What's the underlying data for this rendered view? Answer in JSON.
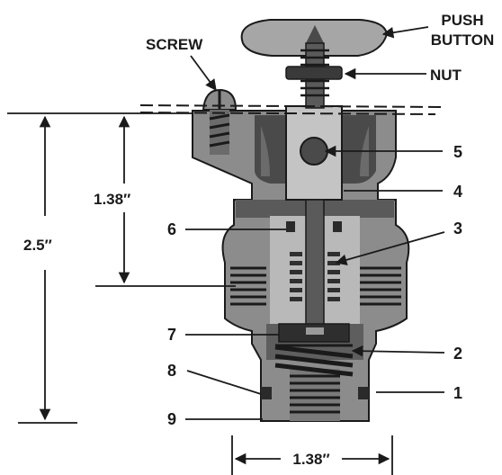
{
  "labels": {
    "push_button": [
      "PUSH",
      "BUTTON"
    ],
    "screw": "SCREW",
    "nut": "NUT",
    "l1": "1",
    "l2": "2",
    "l3": "3",
    "l4": "4",
    "l5": "5",
    "l6": "6",
    "l7": "7",
    "l8": "8",
    "l9": "9"
  },
  "dimensions": {
    "overall_height": "2.5″",
    "upper_height": "1.38″",
    "width": "1.38″"
  },
  "colors": {
    "ink": "#1a1a1a",
    "body_gray": "#8c8c8c",
    "light_gray": "#c4c4c4",
    "dark_gray": "#4a4a4a",
    "paper": "#ffffff"
  }
}
